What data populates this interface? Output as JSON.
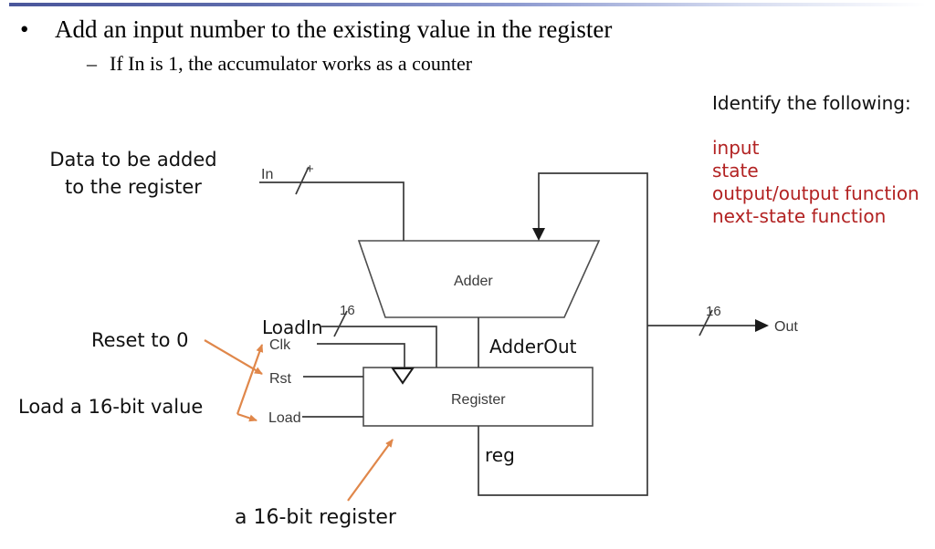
{
  "slide": {
    "bullet_glyph": "•",
    "title": "Add an input number to the existing value in the register",
    "dash_glyph": "–",
    "subtitle": "If In is 1, the accumulator works as a counter"
  },
  "identify": {
    "heading": "Identify the following:",
    "items": [
      "input",
      "state",
      "output/output function",
      "next-state function"
    ]
  },
  "annotations": {
    "data_added_line1": "Data to be added",
    "data_added_line2": "to the register",
    "reset_to_zero": "Reset to 0",
    "load_value": "Load a 16-bit value",
    "register_note": "a 16-bit register",
    "load_in": "LoadIn",
    "adder_out": "AdderOut",
    "reg": "reg"
  },
  "diagram": {
    "in_label": "In",
    "plus_sign": "+",
    "adder_label": "Adder",
    "register_label": "Register",
    "clk_label": "Clk",
    "rst_label": "Rst",
    "load_label": "Load",
    "out_label": "Out",
    "bus_width_loadin": "16",
    "bus_width_out": "16"
  },
  "colors": {
    "identify_red": "#b22222",
    "arrow_orange": "#e0874a",
    "wire_gray": "#3a3a3a"
  }
}
